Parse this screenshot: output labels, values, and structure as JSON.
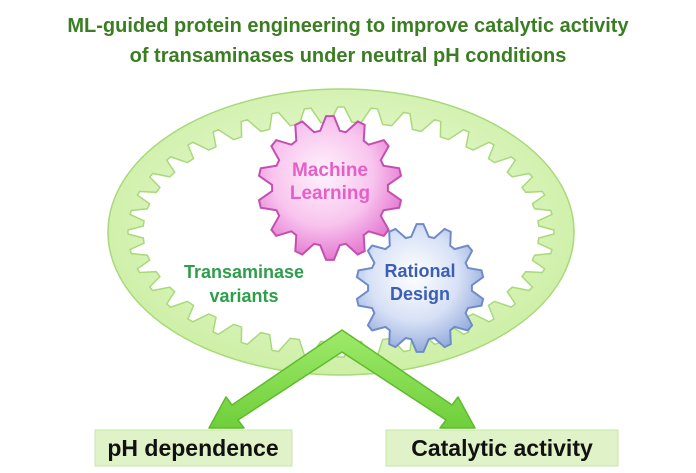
{
  "title": {
    "line1": "ML-guided protein engineering to improve catalytic activity",
    "line2": "of transaminases under neutral pH conditions"
  },
  "gears": {
    "ml": {
      "line1": "Machine",
      "line2": "Learning",
      "color": "#e65fc6"
    },
    "rd": {
      "line1": "Rational",
      "line2": "Design",
      "color": "#3a5fb5"
    }
  },
  "center_label": {
    "line1": "Transaminase",
    "line2": "variants",
    "color": "#2e9e4a"
  },
  "outputs": {
    "left": "pH dependence",
    "right": "Catalytic activity"
  },
  "colors": {
    "title": "#3a7d22",
    "ring": "#c7ef9c",
    "arrow": "#7fdc45",
    "output_box": "#dff2c8",
    "ml_gear": "#f08fd9",
    "rd_gear": "#b9c9ec"
  }
}
